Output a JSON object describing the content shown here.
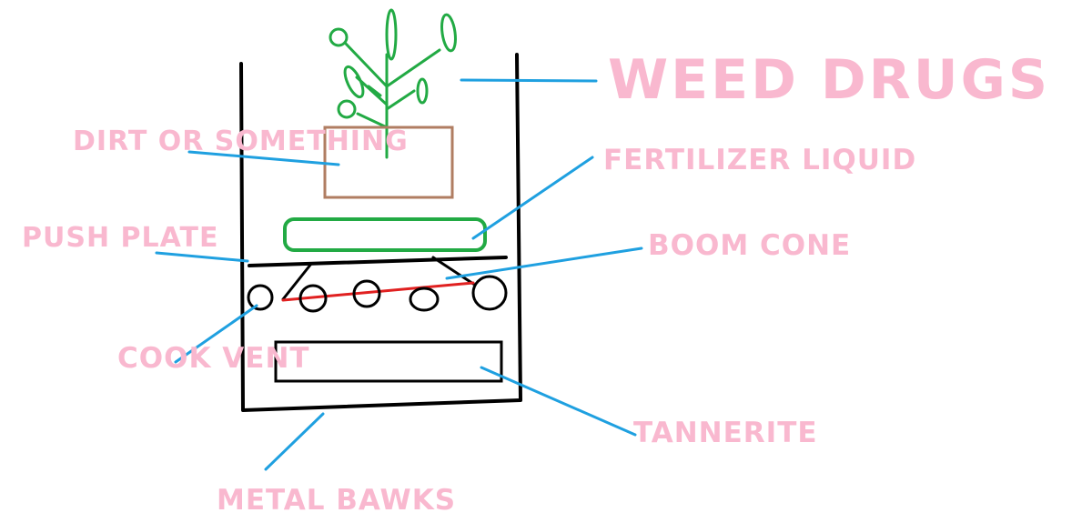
{
  "labels": {
    "title": "WEED DRUGS",
    "dirt": "DIRT OR SOMETHING",
    "fertilizer": "FERTILIZER LIQUID",
    "push_plate": "PUSH PLATE",
    "boom_cone": "BOOM CONE",
    "cook_vent": "COOK VENT",
    "tannerite": "TANNERITE",
    "metal_box": "METAL BAWKS"
  },
  "colors": {
    "label_pink": "#f9b8cf",
    "leader_blue": "#1fa0e0",
    "outline_black": "#000000",
    "plant_green": "#22aa44",
    "dirt_brown": "#b07d62",
    "fuse_red": "#e02020"
  }
}
